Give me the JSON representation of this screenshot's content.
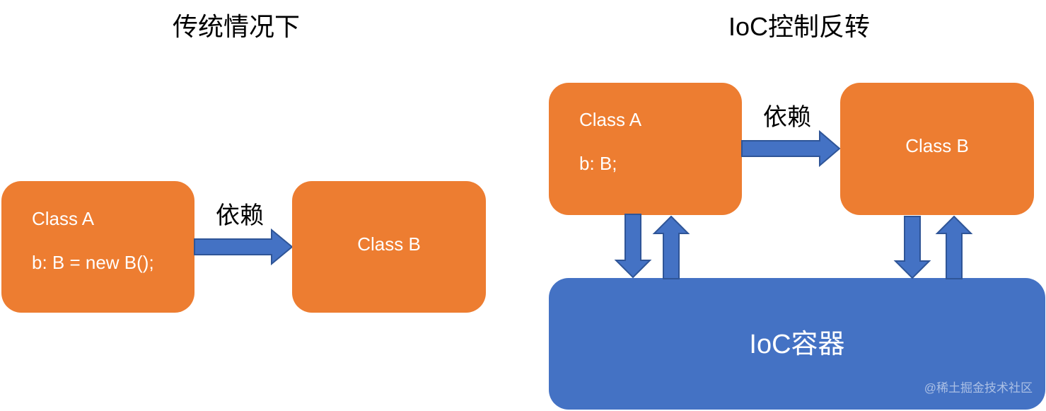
{
  "left_panel": {
    "title": "传统情况下",
    "class_a": {
      "name": "Class A",
      "field": "b: B = new B();"
    },
    "dependency_label": "依赖",
    "class_b": {
      "name": "Class B"
    }
  },
  "right_panel": {
    "title": "IoC控制反转",
    "class_a": {
      "name": "Class A",
      "field": "b: B;"
    },
    "dependency_label": "依赖",
    "class_b": {
      "name": "Class B"
    },
    "container": {
      "label": "IoC容器"
    }
  },
  "watermark": "@稀土掘金技术社区",
  "colors": {
    "class_box": "#ED7D31",
    "container_box": "#4472C4",
    "arrow": "#4472C4",
    "arrow_border": "#2F5597"
  }
}
